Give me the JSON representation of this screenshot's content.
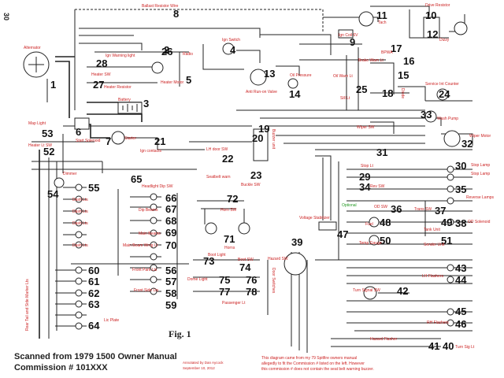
{
  "page_number": "30",
  "figure_label": "Fig. 1",
  "scan_caption": {
    "line1": "Scanned from 1979 1500 Owner Manual",
    "line2": "Commission # 101XXX"
  },
  "annotation": {
    "line1": "Annotated by Dan Aycock",
    "line2": "September 10, 2012"
  },
  "disclaimer": {
    "line1": "This diagram came from my 79 Spitfire owners manual",
    "line2": "allegedly to fit the Commission # listed on the left. However",
    "line3": "this commission # does not contain the seat belt warning buzzer."
  },
  "side_label": "Rear Tail and Side Marker Lts",
  "door_label": "Door Switches",
  "buzzer_label": "Buzzer unit",
  "optional_label": "Optional",
  "components": [
    {
      "num": "1",
      "label": ""
    },
    {
      "num": "2",
      "label": ""
    },
    {
      "num": "3",
      "label": "Battery"
    },
    {
      "num": "4",
      "label": "Ign Switch"
    },
    {
      "num": "5",
      "label": "Radio"
    },
    {
      "num": "6",
      "label": "Start Solenoid"
    },
    {
      "num": "7",
      "label": "Starter"
    },
    {
      "num": "8",
      "label": "Ballast Resistor Wire"
    },
    {
      "num": "9",
      "label": "Ign Coil 6V"
    },
    {
      "num": "10",
      "label": "Drive Resistor"
    },
    {
      "num": "11",
      "label": "Tach"
    },
    {
      "num": "12",
      "label": "Dizzy"
    },
    {
      "num": "13",
      "label": "Anti Run-on Valve"
    },
    {
      "num": "14",
      "label": "Oil Pressure"
    },
    {
      "num": "15",
      "label": "Oil Warn Lt"
    },
    {
      "num": "16",
      "label": "Brake Warn Lt"
    },
    {
      "num": "17",
      "label": "BPWA"
    },
    {
      "num": "18",
      "label": "Diode"
    },
    {
      "num": "19",
      "label": ""
    },
    {
      "num": "20",
      "label": ""
    },
    {
      "num": "21",
      "label": "Ign contacts"
    },
    {
      "num": "22",
      "label": "LH door SW"
    },
    {
      "num": "23",
      "label": "Buckle SW"
    },
    {
      "num": "24",
      "label": "Service Int Counter"
    },
    {
      "num": "25",
      "label": "Sill Lt"
    },
    {
      "num": "26",
      "label": "Heater Motor"
    },
    {
      "num": "27",
      "label": "Heater Resistor"
    },
    {
      "num": "28",
      "label": "Heater SW"
    },
    {
      "num": "29",
      "label": "Stop Lt"
    },
    {
      "num": "30",
      "label": "Stop Lamp"
    },
    {
      "num": "31",
      "label": ""
    },
    {
      "num": "32",
      "label": "Wiper Motor"
    },
    {
      "num": "33",
      "label": "Wash Pump"
    },
    {
      "num": "34",
      "label": "Rev SW"
    },
    {
      "num": "35",
      "label": "Reverse Lamps"
    },
    {
      "num": "36",
      "label": "OD SW"
    },
    {
      "num": "37",
      "label": "Trans SW"
    },
    {
      "num": "38",
      "label": "OD Solenoid"
    },
    {
      "num": "39",
      "label": ""
    },
    {
      "num": "40",
      "label": "Turn Sig Lt"
    },
    {
      "num": "41",
      "label": ""
    },
    {
      "num": "42",
      "label": "Turn Signal SW"
    },
    {
      "num": "43",
      "label": "LH Flashers"
    },
    {
      "num": "44",
      "label": ""
    },
    {
      "num": "45",
      "label": "RH Flashers"
    },
    {
      "num": "46",
      "label": ""
    },
    {
      "num": "47",
      "label": "Voltage Stabilizer"
    },
    {
      "num": "48",
      "label": "Fuel"
    },
    {
      "num": "49",
      "label": "Tank Unit"
    },
    {
      "num": "50",
      "label": "Temp Gauge"
    },
    {
      "num": "51",
      "label": "Sender Unit"
    },
    {
      "num": "52",
      "label": "Heater Lt SW"
    },
    {
      "num": "53",
      "label": "Map Light"
    },
    {
      "num": "54",
      "label": "Dimmer"
    },
    {
      "num": "55",
      "label": "Dash Lts"
    },
    {
      "num": "56",
      "label": "Hazard SW"
    },
    {
      "num": "57",
      "label": ""
    },
    {
      "num": "58",
      "label": "Front Side Lts"
    },
    {
      "num": "59",
      "label": ""
    },
    {
      "num": "60",
      "label": ""
    },
    {
      "num": "61",
      "label": ""
    },
    {
      "num": "62",
      "label": ""
    },
    {
      "num": "63",
      "label": ""
    },
    {
      "num": "64",
      "label": "Lic Plate"
    },
    {
      "num": "65",
      "label": "Headlight Dip SW"
    },
    {
      "num": "66",
      "label": "Dip Beams"
    },
    {
      "num": "67",
      "label": ""
    },
    {
      "num": "68",
      "label": "Main Beams"
    },
    {
      "num": "69",
      "label": ""
    },
    {
      "num": "70",
      "label": "Main Beam Wrng Lt"
    },
    {
      "num": "71",
      "label": "Horns"
    },
    {
      "num": "72",
      "label": "Horn SW"
    },
    {
      "num": "73",
      "label": "Boot Light"
    },
    {
      "num": "74",
      "label": "Boot SW"
    },
    {
      "num": "75",
      "label": "Dome Light"
    },
    {
      "num": "76",
      "label": ""
    },
    {
      "num": "77",
      "label": "Passenger Lt"
    },
    {
      "num": "78",
      "label": ""
    }
  ],
  "extra_labels": {
    "alternator": "Alternator",
    "ign_warning_light": "Ign Warning light",
    "seatbelt_warn": "Seatbelt warn",
    "hazard_flasher": "Hazard Flasher",
    "front_park_lts": "Front Park Lts",
    "dash_lts_2": "Dash Lts",
    "dash_lts_3": "Dash Lts",
    "dash_lts_4": "Dash Lts",
    "wiper_sw": "Wiper SW",
    "stop_lamp_2": "Stop Lamp"
  }
}
